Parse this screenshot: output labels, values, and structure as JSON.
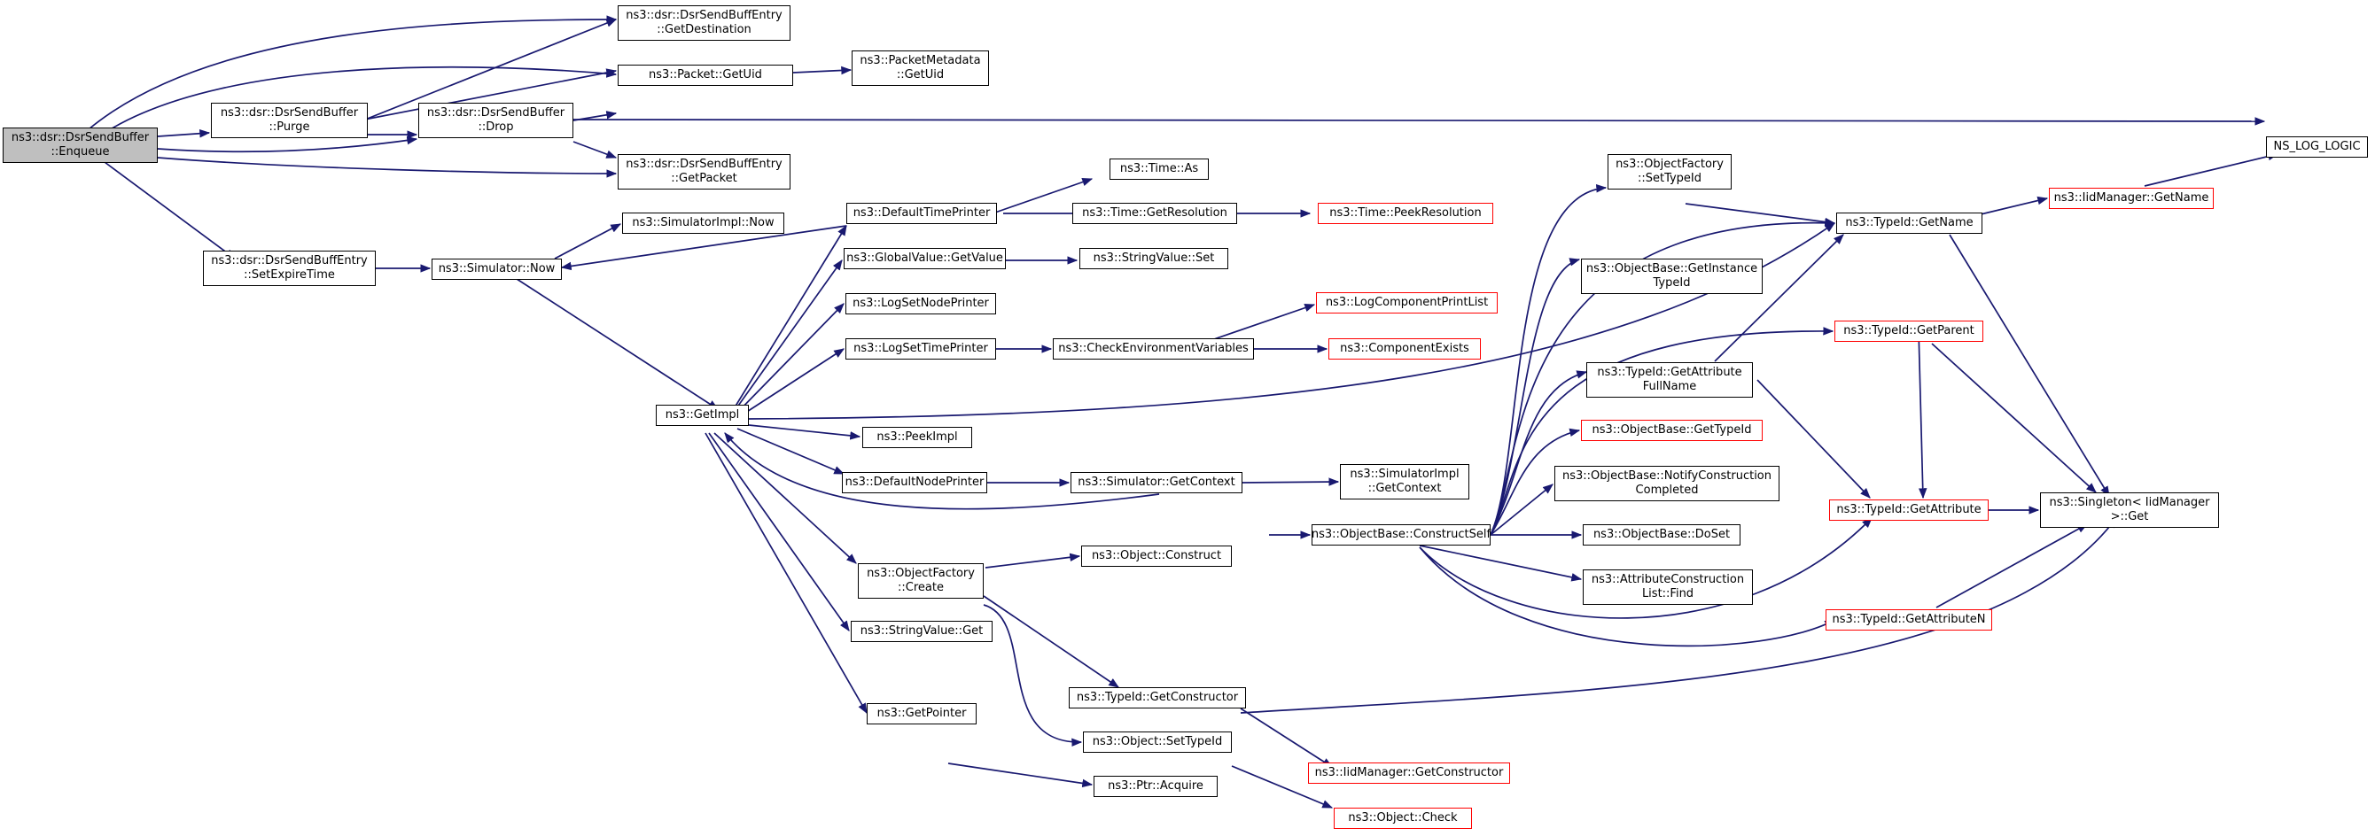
{
  "colors": {
    "edge": "#191970",
    "node_border": "#000000",
    "node_border_undocumented": "#ff0000",
    "root_fill": "#bfbfbf",
    "background": "#ffffff"
  },
  "nodes": {
    "enqueue": [
      "ns3::dsr::DsrSendBuffer",
      "::Enqueue"
    ],
    "getdest": [
      "ns3::dsr::DsrSendBuffEntry",
      "::GetDestination"
    ],
    "packet_getuid": [
      "ns3::Packet::GetUid"
    ],
    "meta_getuid": [
      "ns3::PacketMetadata",
      "::GetUid"
    ],
    "purge": [
      "ns3::dsr::DsrSendBuffer",
      "::Purge"
    ],
    "drop": [
      "ns3::dsr::DsrSendBuffer",
      "::Drop"
    ],
    "log_logic": [
      "NS_LOG_LOGIC"
    ],
    "getpacket": [
      "ns3::dsr::DsrSendBuffEntry",
      "::GetPacket"
    ],
    "setexpire": [
      "ns3::dsr::DsrSendBuffEntry",
      "::SetExpireTime"
    ],
    "simimpl_now": [
      "ns3::SimulatorImpl::Now"
    ],
    "sim_now": [
      "ns3::Simulator::Now"
    ],
    "default_time_printer": [
      "ns3::DefaultTimePrinter"
    ],
    "time_as": [
      "ns3::Time::As"
    ],
    "time_getres": [
      "ns3::Time::GetResolution"
    ],
    "time_peekres": [
      "ns3::Time::PeekResolution"
    ],
    "gv_getvalue": [
      "ns3::GlobalValue::GetValue"
    ],
    "sv_set": [
      "ns3::StringValue::Set"
    ],
    "log_set_node": [
      "ns3::LogSetNodePrinter"
    ],
    "log_set_time": [
      "ns3::LogSetTimePrinter"
    ],
    "check_env": [
      "ns3::CheckEnvironmentVariables"
    ],
    "log_comp_print": [
      "ns3::LogComponentPrintList"
    ],
    "comp_exists": [
      "ns3::ComponentExists"
    ],
    "getimpl": [
      "ns3::GetImpl"
    ],
    "peekimpl": [
      "ns3::PeekImpl"
    ],
    "default_node_printer": [
      "ns3::DefaultNodePrinter"
    ],
    "sim_getcontext": [
      "ns3::Simulator::GetContext"
    ],
    "simimpl_getcontext": [
      "ns3::SimulatorImpl",
      "::GetContext"
    ],
    "objfactory_create": [
      "ns3::ObjectFactory",
      "::Create"
    ],
    "object_construct": [
      "ns3::Object::Construct"
    ],
    "construct_self": [
      "ns3::ObjectBase::ConstructSelf"
    ],
    "sv_get": [
      "ns3::StringValue::Get"
    ],
    "getpointer": [
      "ns3::GetPointer"
    ],
    "typeid_getctor": [
      "ns3::TypeId::GetConstructor"
    ],
    "object_settypeid": [
      "ns3::Object::SetTypeId"
    ],
    "ptr_acquire": [
      "ns3::Ptr::Acquire"
    ],
    "iid_getctor": [
      "ns3::IidManager::GetConstructor"
    ],
    "object_check": [
      "ns3::Object::Check"
    ],
    "objfactory_settypeid": [
      "ns3::ObjectFactory",
      "::SetTypeId"
    ],
    "getinstancetypeid": [
      "ns3::ObjectBase::GetInstance",
      "TypeId"
    ],
    "getattrfullname": [
      "ns3::TypeId::GetAttribute",
      "FullName"
    ],
    "ob_gettypeid": [
      "ns3::ObjectBase::GetTypeId"
    ],
    "notify_construction": [
      "ns3::ObjectBase::NotifyConstruction",
      "Completed"
    ],
    "ob_doset": [
      "ns3::ObjectBase::DoSet"
    ],
    "attr_find": [
      "ns3::AttributeConstruction",
      "List::Find"
    ],
    "typeid_getname": [
      "ns3::TypeId::GetName"
    ],
    "iid_getname": [
      "ns3::IidManager::GetName"
    ],
    "typeid_getparent": [
      "ns3::TypeId::GetParent"
    ],
    "typeid_getattr": [
      "ns3::TypeId::GetAttribute"
    ],
    "typeid_getattrn": [
      "ns3::TypeId::GetAttributeN"
    ],
    "singleton_get": [
      "ns3::Singleton< IidManager",
      " >::Get"
    ]
  }
}
